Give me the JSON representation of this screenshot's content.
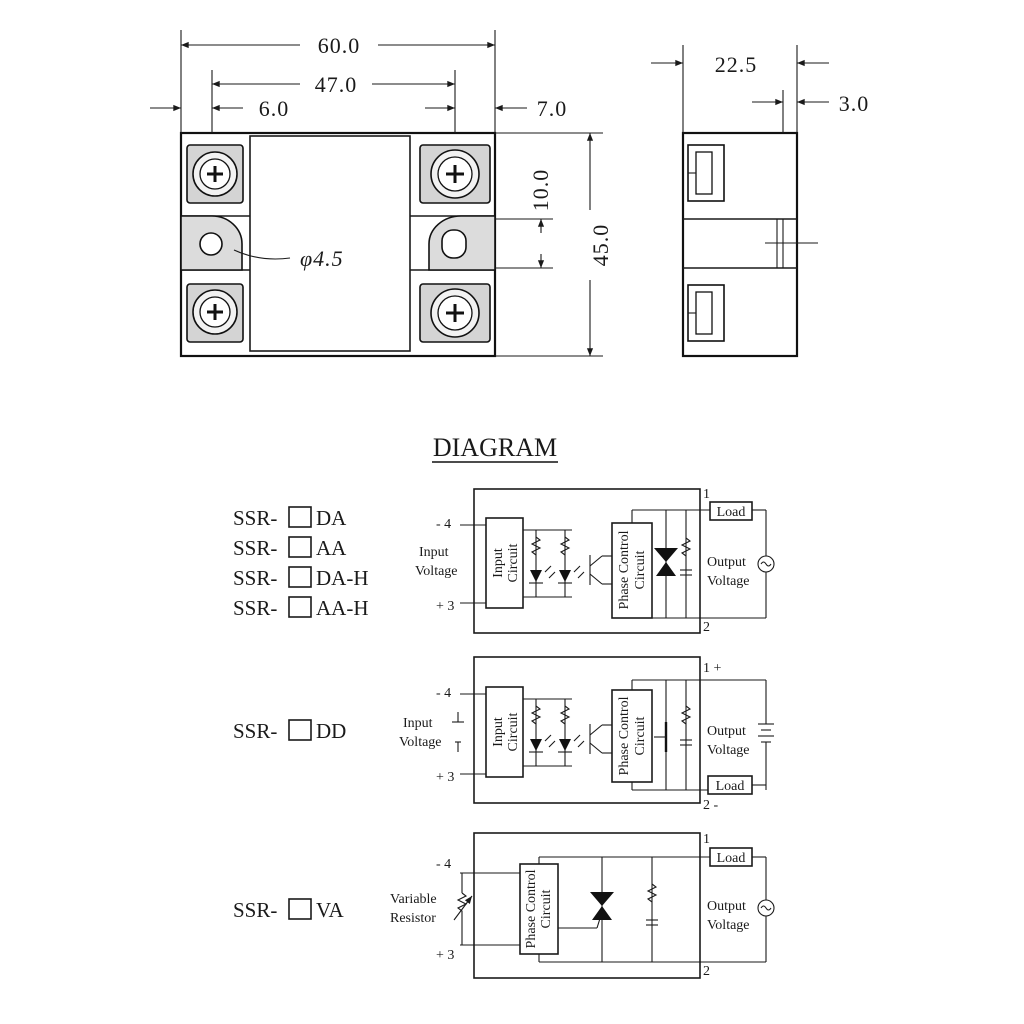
{
  "dimensions": {
    "width_total": "60.0",
    "mount_pitch": "47.0",
    "left_offset": "6.0",
    "right_offset": "7.0",
    "slot_height": "10.0",
    "height_total": "45.0",
    "hole": "φ4.5",
    "depth": "22.5",
    "terminal_depth": "3.0"
  },
  "diagram": {
    "title": "DIAGRAM",
    "models_1": [
      "SSR-",
      "DA",
      "SSR-",
      "AA",
      "SSR-",
      "DA-H",
      "SSR-",
      "AA-H"
    ],
    "model_2": [
      "SSR-",
      "DD"
    ],
    "model_3": [
      "SSR-",
      "VA"
    ],
    "labels": {
      "minus4": "- 4",
      "plus3": "+ 3",
      "input": "Input",
      "voltage": "Voltage",
      "input_circuit_1": "Input",
      "input_circuit_2": "Circuit",
      "phase_1": "Phase Control",
      "phase_2": "Circuit",
      "load": "Load",
      "output": "Output",
      "t1": "1",
      "t2": "2",
      "t1_plus": "1  +",
      "t2_minus": "2  -",
      "variable": "Variable",
      "resistor": "Resistor"
    }
  }
}
